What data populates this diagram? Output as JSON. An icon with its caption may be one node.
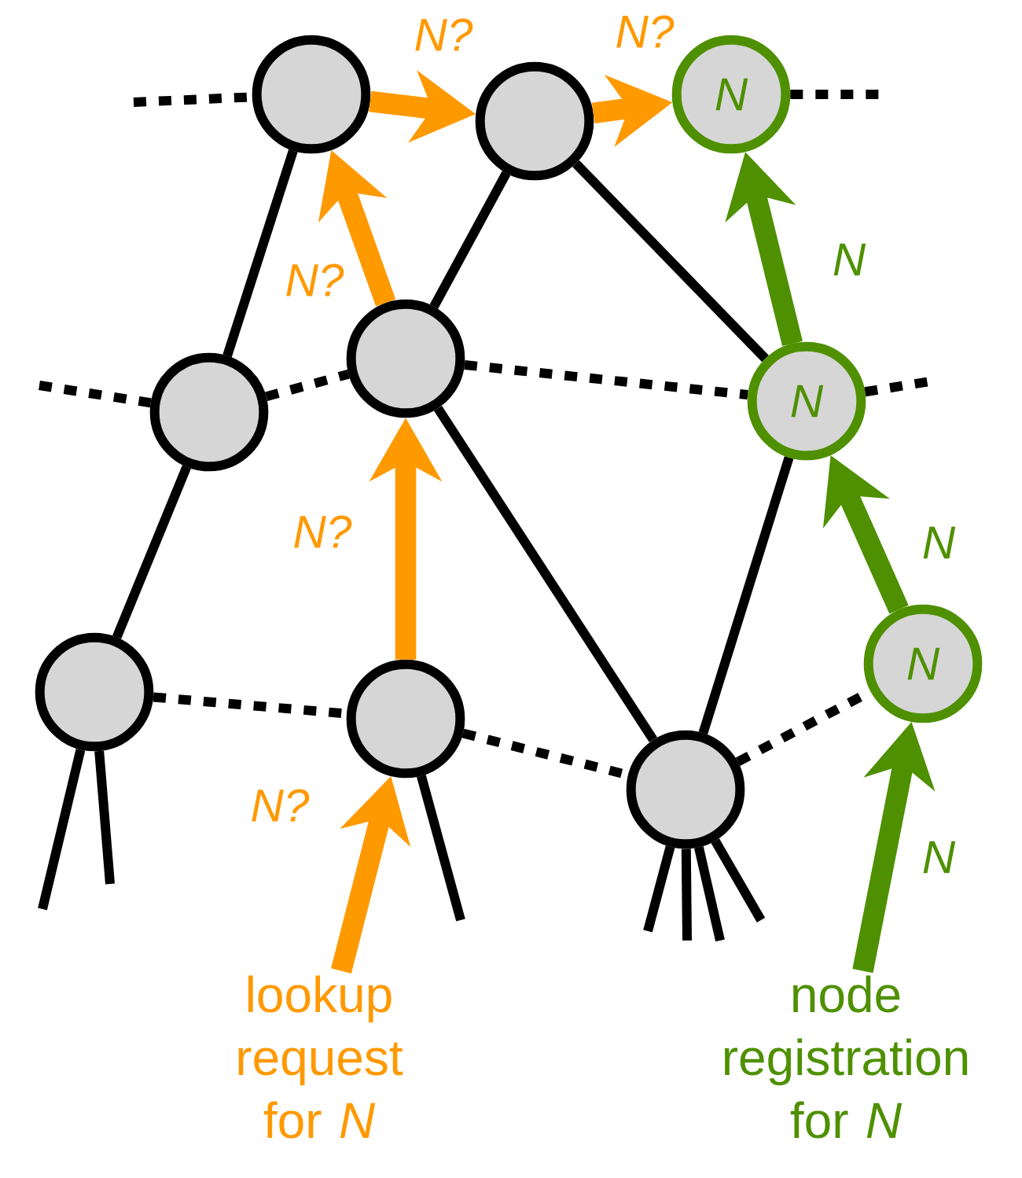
{
  "diagram": {
    "nodes": [
      {
        "text": [],
        "shape": "circle"
      },
      {
        "text": [],
        "shape": "circle"
      },
      {
        "text": [
          "N"
        ]
      },
      {
        "text": [],
        "shape": "circle"
      },
      {
        "text": [],
        "shape": "circle"
      },
      {
        "text": [
          "N"
        ]
      },
      {
        "text": [],
        "shape": "circle"
      },
      {
        "text": [],
        "shape": "circle"
      },
      {
        "text": [],
        "shape": "circle"
      },
      {
        "text": [
          "N"
        ]
      },
      {
        "text": [
          "lookup request for *N*"
        ]
      },
      {
        "text": [
          "node registration for *N*"
        ]
      }
    ],
    "edges": [
      {
        "from": 0,
        "to": 1,
        "arrow": "to",
        "label": "N?",
        "style": "thick",
        "color": "#ff9900"
      },
      {
        "from": 1,
        "to": 2,
        "arrow": "to",
        "label": "N?",
        "style": "thick",
        "color": "#ff9900"
      },
      {
        "from": 4,
        "to": 0,
        "arrow": "to",
        "label": "N?",
        "style": "thick",
        "color": "#ff9900"
      },
      {
        "from": 7,
        "to": 4,
        "arrow": "to",
        "label": "N?",
        "style": "thick",
        "color": "#ff9900"
      },
      {
        "from": 10,
        "to": 7,
        "arrow": "to",
        "label": "N?",
        "style": "thick",
        "color": "#ff9900"
      },
      {
        "from": 5,
        "to": 2,
        "arrow": "to",
        "label": "N",
        "style": "thick",
        "color": "#4e9000"
      },
      {
        "from": 9,
        "to": 5,
        "arrow": "to",
        "label": "N",
        "style": "thick",
        "color": "#4e9000"
      },
      {
        "from": 11,
        "to": 9,
        "arrow": "to",
        "label": "N",
        "style": "thick",
        "color": "#4e9000"
      },
      {
        "from": 0,
        "to": 3,
        "arrow": "none"
      },
      {
        "from": 1,
        "to": 4,
        "arrow": "none"
      },
      {
        "from": 1,
        "to": 5,
        "arrow": "none"
      },
      {
        "from": 4,
        "to": 8,
        "arrow": "none"
      },
      {
        "from": 3,
        "to": 6,
        "arrow": "none"
      },
      {
        "from": 5,
        "to": 8,
        "arrow": "none"
      },
      {
        "from": 3,
        "to": 4,
        "arrow": "none",
        "style": "dashed"
      },
      {
        "from": 4,
        "to": 5,
        "arrow": "none",
        "style": "dashed"
      },
      {
        "from": 6,
        "to": 7,
        "arrow": "none",
        "style": "dashed"
      },
      {
        "from": 7,
        "to": 8,
        "arrow": "none",
        "style": "dashed"
      },
      {
        "from": 8,
        "to": 9,
        "arrow": "none",
        "style": "dashed"
      },
      {
        "from": null,
        "to": 0,
        "arrow": "none",
        "style": "dashed"
      },
      {
        "from": 2,
        "to": null,
        "arrow": "none",
        "style": "dashed"
      },
      {
        "from": null,
        "to": 3,
        "arrow": "none",
        "style": "dashed"
      },
      {
        "from": 5,
        "to": null,
        "arrow": "none",
        "style": "dashed"
      },
      {
        "from": 6,
        "to": null,
        "arrow": "none"
      },
      {
        "from": 6,
        "to": null,
        "arrow": "none"
      },
      {
        "from": 7,
        "to": null,
        "arrow": "none"
      },
      {
        "from": 8,
        "to": null,
        "arrow": "none"
      },
      {
        "from": 8,
        "to": null,
        "arrow": "none"
      },
      {
        "from": 8,
        "to": null,
        "arrow": "none"
      },
      {
        "from": 8,
        "to": null,
        "arrow": "none"
      }
    ]
  }
}
